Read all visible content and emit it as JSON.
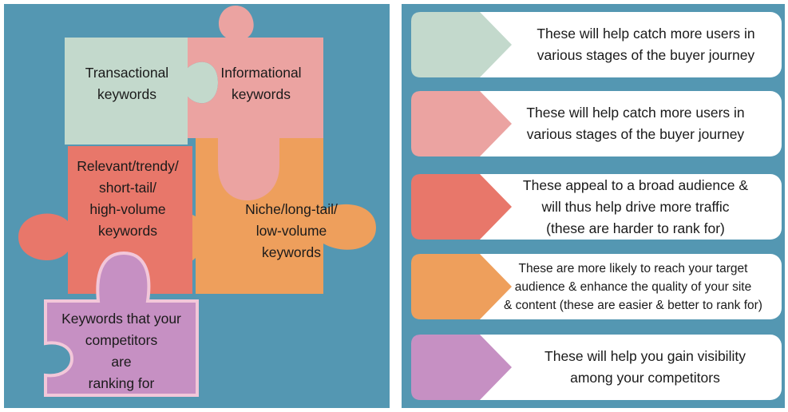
{
  "colors": {
    "panel_bg": "#5497b2",
    "mint": "#c3d9cc",
    "pink": "#eba3a1",
    "coral": "#e8776a",
    "orange": "#ee9f5c",
    "purple": "#c690c3",
    "purple_outline": "#f2c7d9",
    "card_bg": "#ffffff"
  },
  "puzzle": {
    "transactional": "Transactional\nkeywords",
    "informational": "Informational\nkeywords",
    "relevant": "Relevant/trendy/\nshort-tail/\nhigh-volume\nkeywords",
    "niche": "Niche/long-tail/\nlow-volume\nkeywords",
    "competitors": "Keywords that your\ncompetitors\n  are\n    ranking for"
  },
  "descriptions": [
    {
      "color": "#c3d9cc",
      "text": "These will help catch more users in\nvarious stages of the buyer journey"
    },
    {
      "color": "#eba3a1",
      "text": "These will help catch more users in\nvarious stages of the buyer journey"
    },
    {
      "color": "#e8776a",
      "text": "These appeal to a broad audience &\nwill thus help drive more traffic\n(these are harder to rank for)"
    },
    {
      "color": "#ee9f5c",
      "text": "These are more likely to reach your target\naudience & enhance the quality of your site\n& content (these are easier & better to rank for)"
    },
    {
      "color": "#c690c3",
      "text": "These will help you gain visibility\namong your competitors"
    }
  ]
}
